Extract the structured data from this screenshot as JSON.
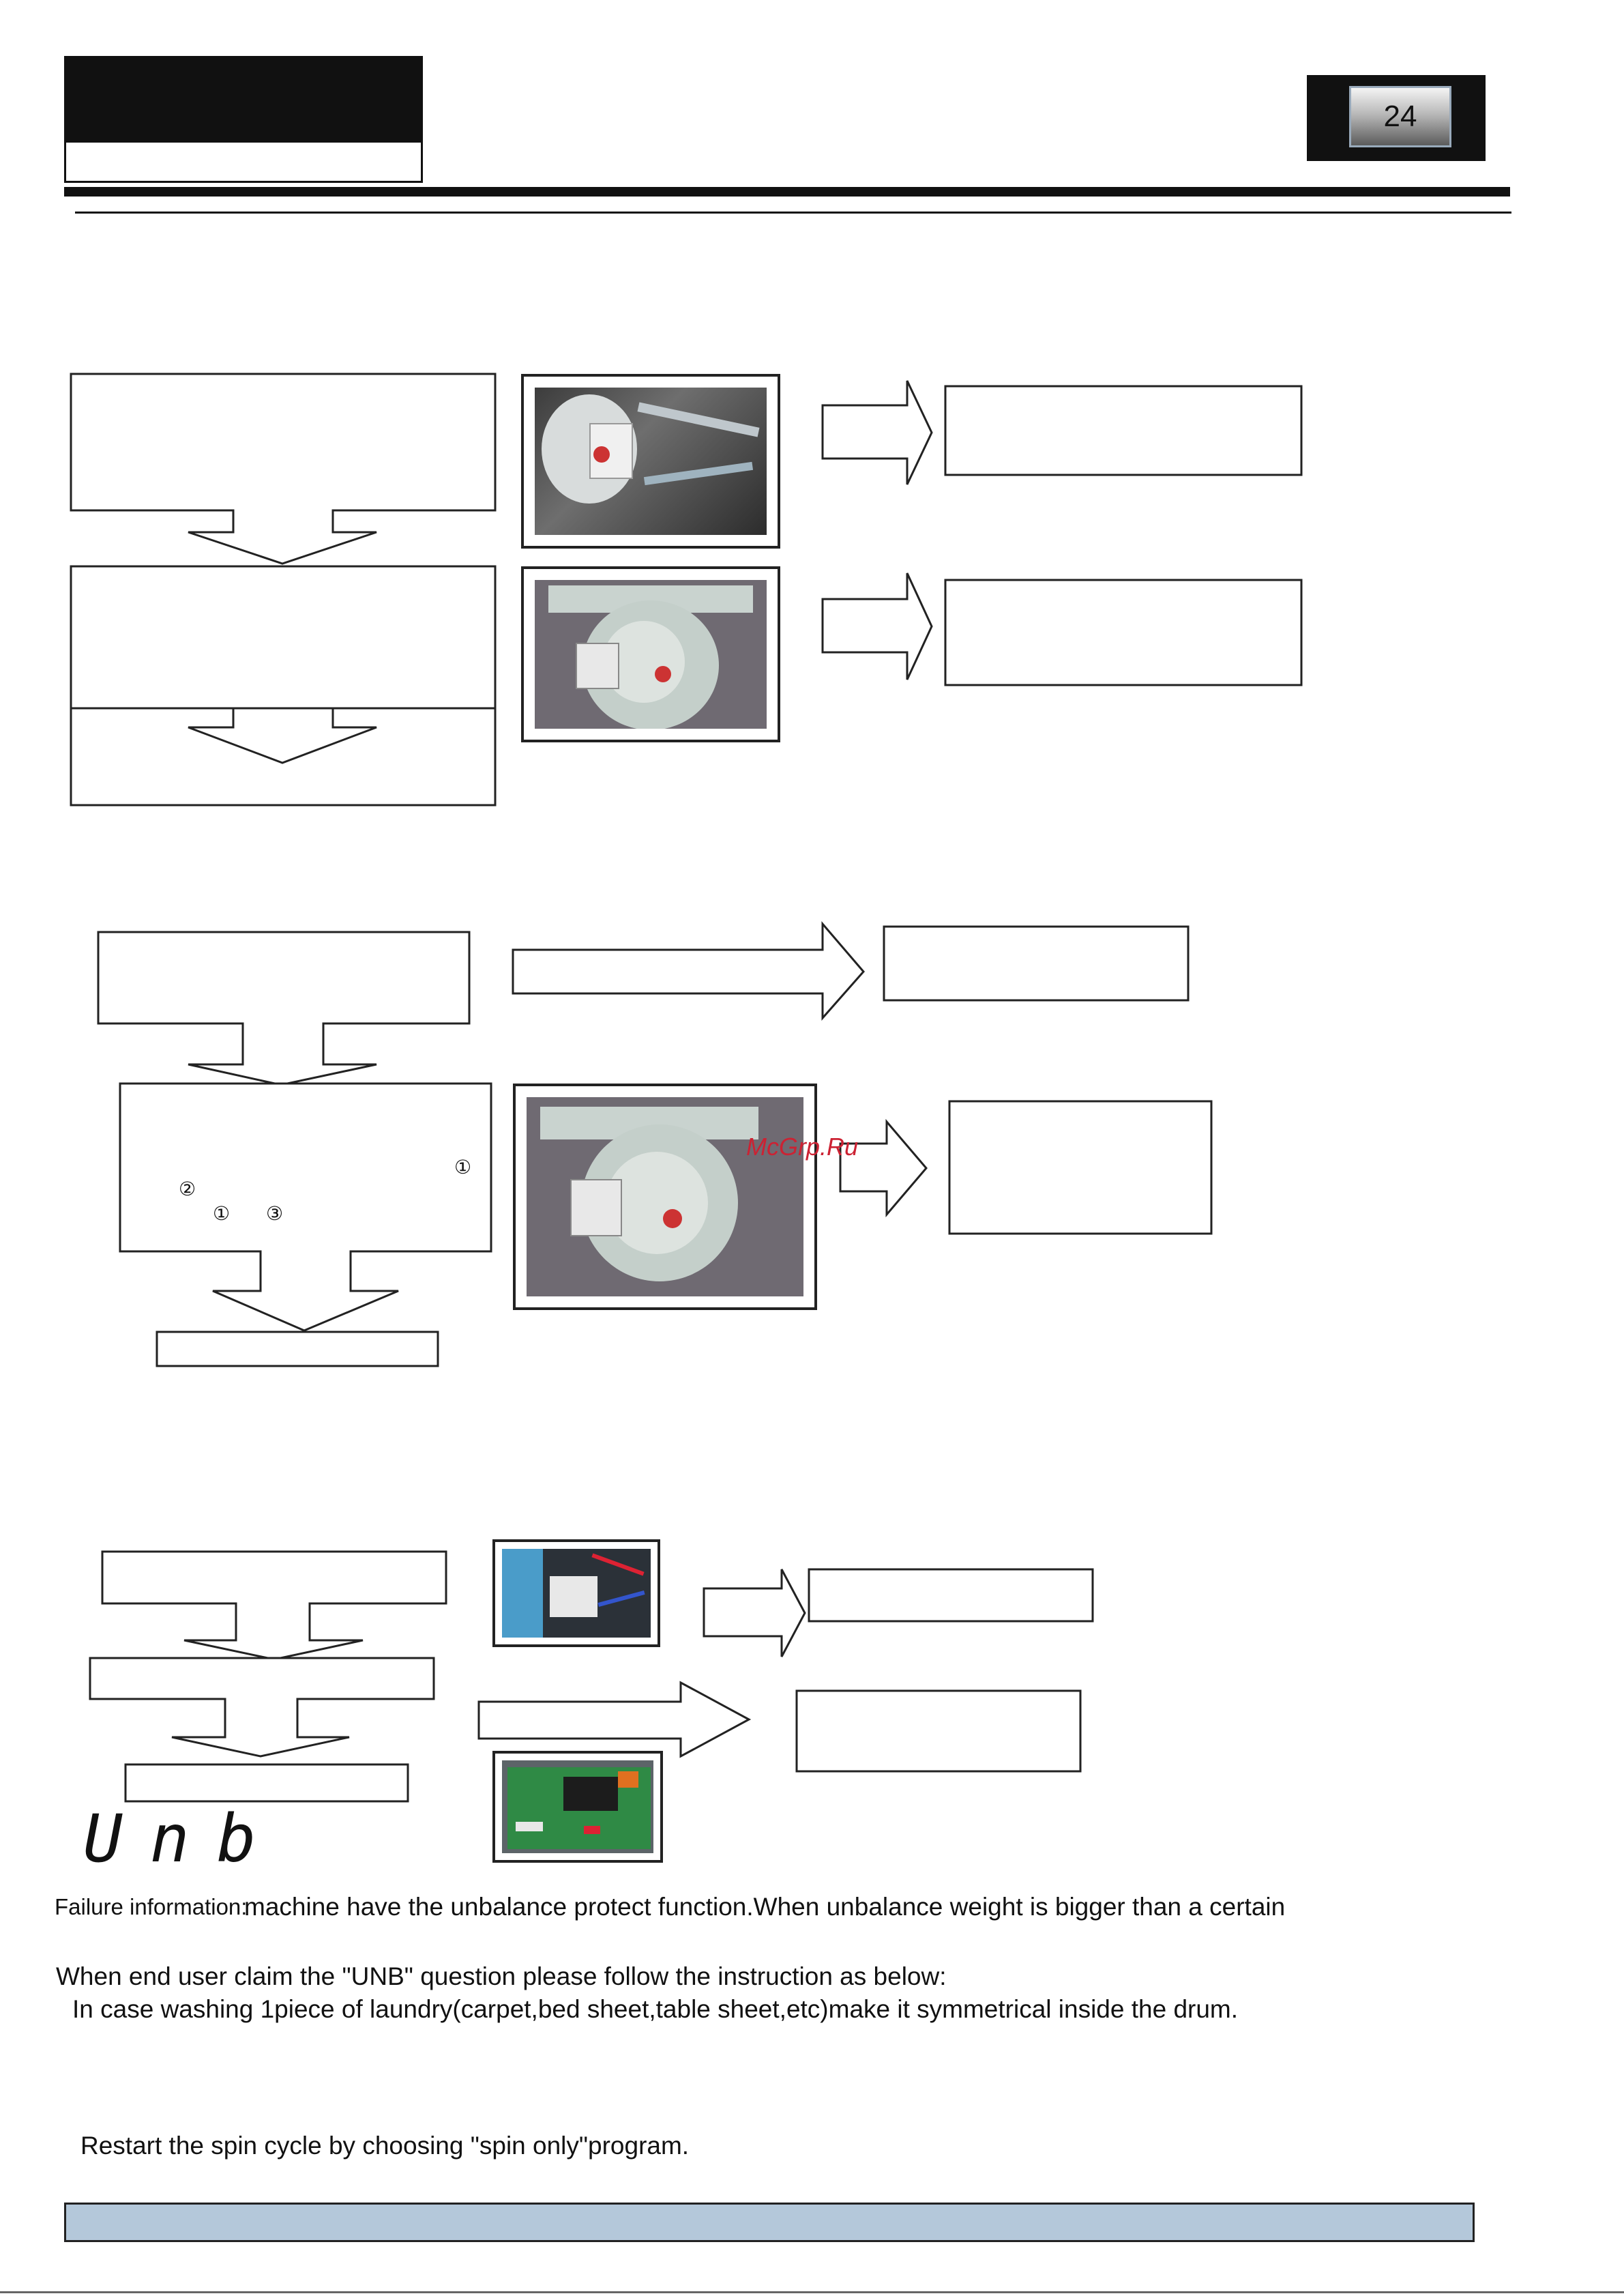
{
  "header": {
    "page_number": "24"
  },
  "fault_section": {
    "segment_code": "Unb",
    "failure_label": "Failure information:",
    "failure_text": "machine have the unbalance protect function.When unbalance weight is bigger than a certain",
    "instruction_intro": "When end user claim the \"UNB\" question please follow the instruction as below:",
    "instruction_1": "In case washing 1piece of laundry(carpet,bed sheet,table sheet,etc)make it symmetrical inside the drum.",
    "instruction_2": "Restart the spin cycle by choosing \"spin only\"program."
  },
  "markers": {
    "circle_1": "①",
    "circle_2": "②",
    "circle_3": "③"
  },
  "watermark": "McGrp.Ru",
  "colors": {
    "footer_bar": "#b4c8da",
    "watermark": "#cc2233"
  }
}
